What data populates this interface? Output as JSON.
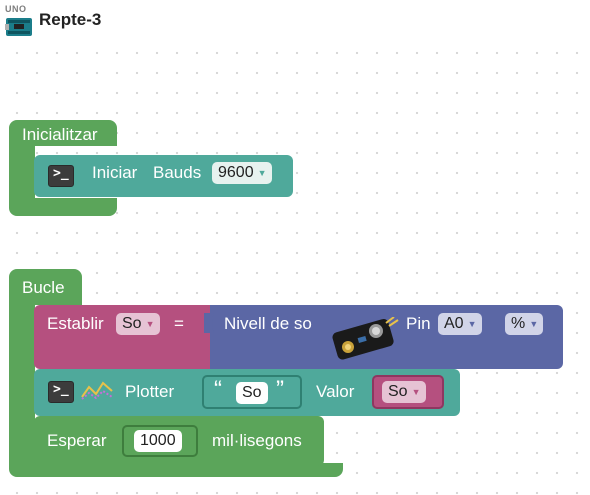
{
  "header": {
    "board_tag": "UNO",
    "project_title": "Repte-3",
    "board_icon": "arduino-board-icon"
  },
  "blocks": {
    "setup": {
      "label": "Inicialitzar",
      "serial": {
        "icon": "terminal-icon",
        "label_start": "Iniciar",
        "label_bauds": "Bauds",
        "baud_value": "9600"
      }
    },
    "loop": {
      "label": "Bucle",
      "set_var": {
        "label_set": "Establir",
        "var_name": "So",
        "equals": "=",
        "sensor": {
          "label": "Nivell de so",
          "icon": "sound-sensor-icon",
          "pin_label": "Pin",
          "pin_value": "A0",
          "unit_value": "%"
        }
      },
      "plotter": {
        "icon_terminal": "terminal-icon",
        "icon_chart": "line-chart-icon",
        "label": "Plotter",
        "quote_open": "“",
        "text_value": "So",
        "quote_close": "”",
        "value_label": "Valor",
        "var_value": "So"
      },
      "wait": {
        "label": "Esperar",
        "ms_value": "1000",
        "unit_label": "mil·lisegons"
      }
    }
  },
  "colors": {
    "control": "#5ba55a",
    "serial": "#4fa99b",
    "variable": "#b5507f",
    "sensor": "#5b67a5",
    "workspace": "#ffffff"
  }
}
